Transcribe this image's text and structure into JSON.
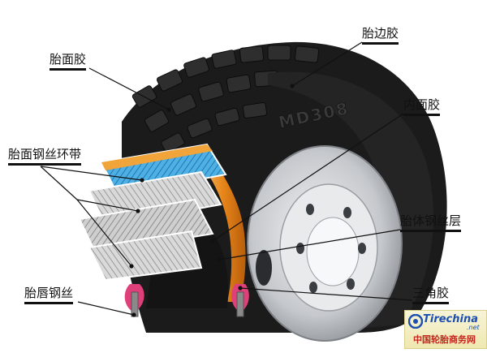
{
  "labels": {
    "tread_rubber": "胎面胶",
    "sidewall_rubber": "胎边胶",
    "inner_liner": "内面胶",
    "tread_steel_belt": "胎面钢丝环带",
    "carcass_ply": "胎体钢丝层",
    "bead_wire": "胎唇钢丝",
    "apex": "三角胶"
  },
  "sidewall_text": "MD308",
  "watermark": {
    "brand": "Tirechina",
    "domain": ".net",
    "site_name": "中国轮胎商务网"
  },
  "colors": {
    "tread": "#1b1b1b",
    "belt_blue": "#3aa0d8",
    "belt_grey": "#c8c8c8",
    "inner_orange": "#e88a1a",
    "bead_pink": "#e0407a",
    "rim": "#c9ccd0"
  }
}
